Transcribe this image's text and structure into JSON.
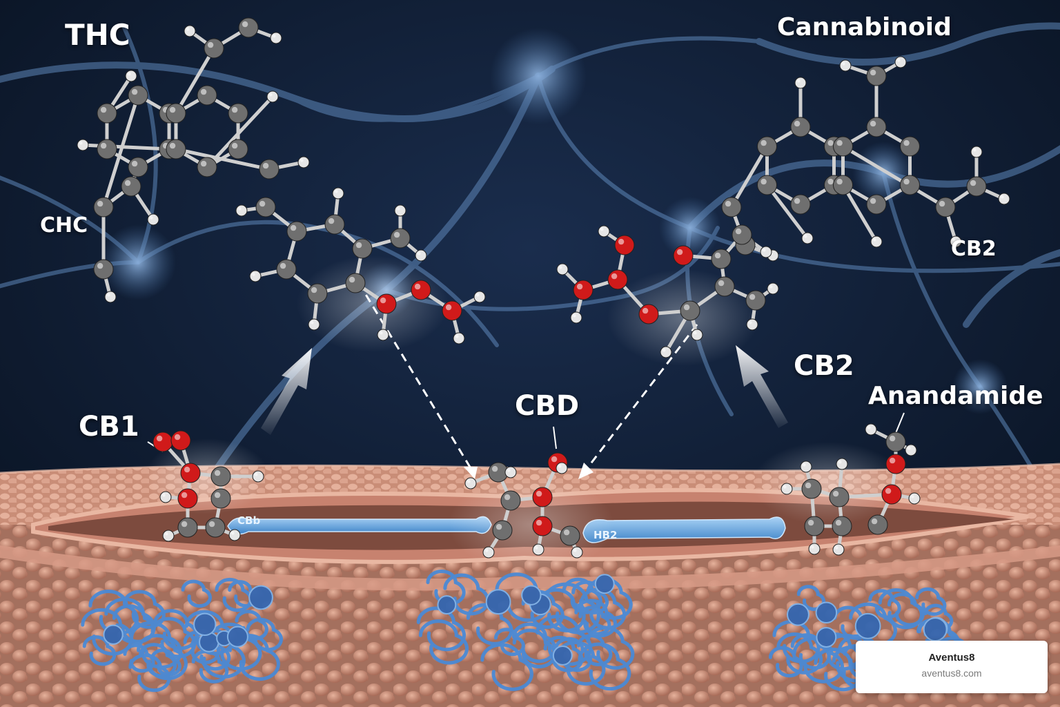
{
  "labels": {
    "thc": "THC",
    "cannabinoid": "Cannabinoid",
    "chc": "CHC",
    "cb2_top": "CB2",
    "cb2_mid": "CB2",
    "anandamide": "Anandamide",
    "cbd": "CBD",
    "cb1": "CB1",
    "receptor_left": "CBb",
    "receptor_right": "HB2"
  },
  "brand": {
    "name": "Aventus8",
    "url": "aventus8.com"
  },
  "colors": {
    "background": "#0b1628",
    "neuron": "#5d86b8",
    "carbon": "#6f6f6f",
    "hydrogen": "#e6e6e6",
    "oxygen": "#d01a1a",
    "membrane": "#d99a86",
    "receptor": "#6aa9e2",
    "protein": "#3f7dc9"
  }
}
